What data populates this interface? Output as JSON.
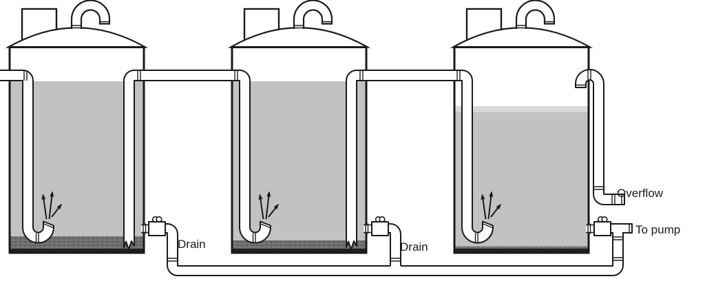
{
  "diagram": {
    "description": "Three-tank series treatment schematic with vents, internal flow pipes, drains, overflow and pump connection",
    "labels": {
      "drain_tank1": "Drain",
      "drain_tank2": "Drain",
      "overflow": "Overflow",
      "to_pump": "To pump"
    },
    "colors": {
      "background": "#ffffff",
      "line": "#1a1a1a",
      "pipe_fill": "#ffffff",
      "liquid": "#c2c2c2",
      "supernatant": "#d9d9d9",
      "sediment": "#6e6e6e",
      "floor": "#1f1f1f"
    },
    "tanks": [
      {
        "name": "tank-1",
        "liquid_level": "high",
        "sludge_layer": "thick"
      },
      {
        "name": "tank-2",
        "liquid_level": "high",
        "sludge_layer": "medium"
      },
      {
        "name": "tank-3",
        "liquid_level": "lower",
        "sludge_layer": "thin"
      }
    ]
  }
}
